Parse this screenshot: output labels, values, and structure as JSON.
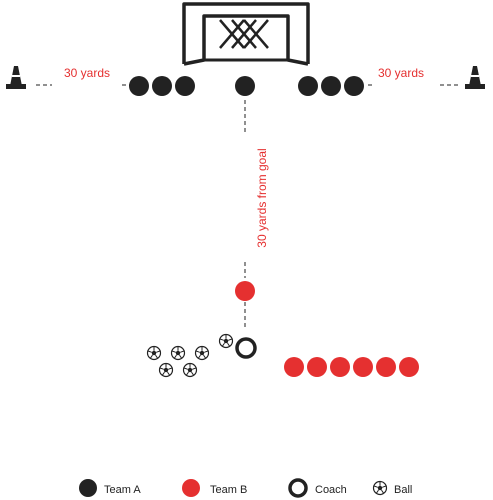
{
  "labels": {
    "left_distance": "30 yards",
    "right_distance": "30 yards",
    "center_distance": "30 yards from goal"
  },
  "legend": {
    "team_a": "Team A",
    "team_b": "Team B",
    "coach": "Coach",
    "ball": "Ball"
  },
  "colors": {
    "team_a": "#222222",
    "team_b": "#e53030",
    "line": "#222222",
    "label": "#e53030"
  },
  "icons": {
    "cone": "cone-icon",
    "goal": "goal-icon",
    "ball": "ball-icon",
    "coach": "coach-ring-icon"
  }
}
